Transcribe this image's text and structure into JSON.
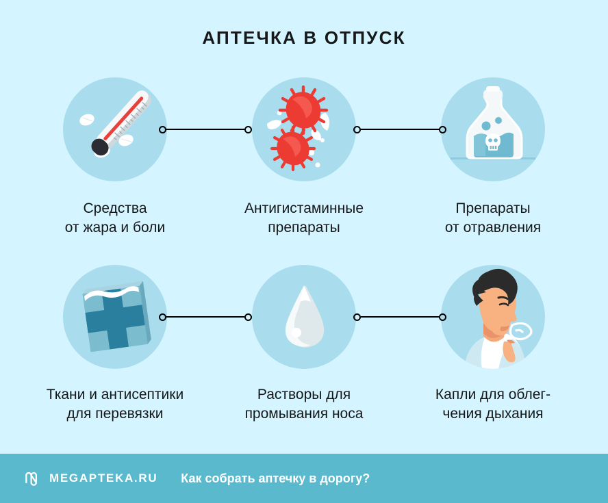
{
  "page": {
    "title": "АПТЕЧКА В ОТПУСК",
    "background_color": "#d4f5ff",
    "circle_color": "#a9ddee",
    "text_color": "#14171a",
    "connector_color": "#000000"
  },
  "items": [
    {
      "icon": "thermometer-pills-icon",
      "label": "Средства\nот жара и боли"
    },
    {
      "icon": "virus-allergen-icon",
      "label": "Антигистаминные\nпрепараты"
    },
    {
      "icon": "poison-bottle-skull-icon",
      "label": "Препараты\nот отравления"
    },
    {
      "icon": "gauze-cross-pack-icon",
      "label": "Ткани и антисептики\nдля перевязки"
    },
    {
      "icon": "water-droplet-icon",
      "label": "Растворы для\nпромывания носа"
    },
    {
      "icon": "person-breathing-icon",
      "label": "Капли для облег-\nчения дыхания"
    }
  ],
  "connectors": [
    {
      "name": "connector-1-2"
    },
    {
      "name": "connector-2-3"
    },
    {
      "name": "connector-4-5"
    },
    {
      "name": "connector-5-6"
    }
  ],
  "footer": {
    "logo_icon": "megapteka-m-logo-icon",
    "brand": "MEGAPTEKA.RU",
    "tagline": "Как собрать аптечку в дорогу?",
    "background_color": "#5bb9cd",
    "text_color": "#ffffff"
  }
}
